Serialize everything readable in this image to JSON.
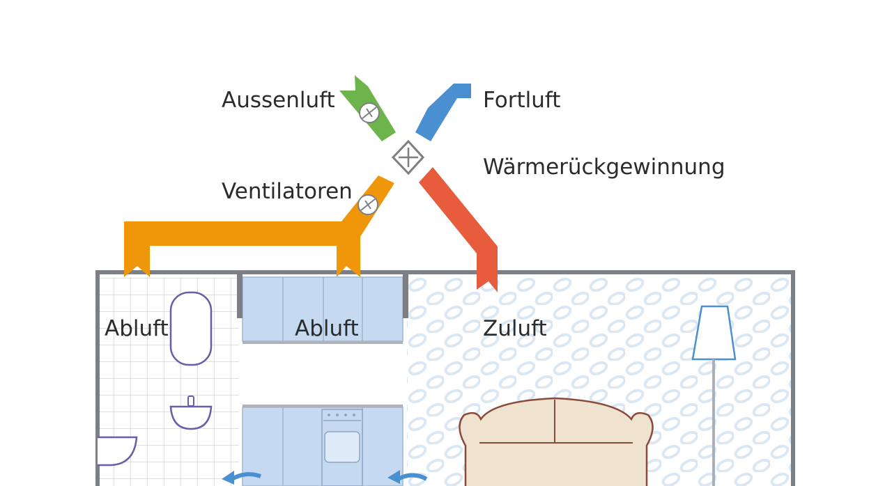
{
  "labels": {
    "outside_air": "Aussenluft",
    "exhaust_air": "Fortluft",
    "heat_recovery": "Wärmerückgewinnung",
    "fans": "Ventilatoren",
    "extract_air_bath": "Abluft",
    "extract_air_kitchen": "Abluft",
    "supply_air": "Zuluft"
  },
  "colors": {
    "outside_air": "#6db54a",
    "exhaust_air": "#4a8fd0",
    "supply_air": "#e65c3c",
    "extract_air": "#f0960a",
    "wall": "#7d7f86",
    "tile_grid": "#b6d2ee",
    "kitchen_cabinet": "#c5daf0",
    "sofa_fill": "#efe3cf",
    "sofa_stroke": "#8a4a3a",
    "fixture_stroke": "#6a5ca8"
  }
}
